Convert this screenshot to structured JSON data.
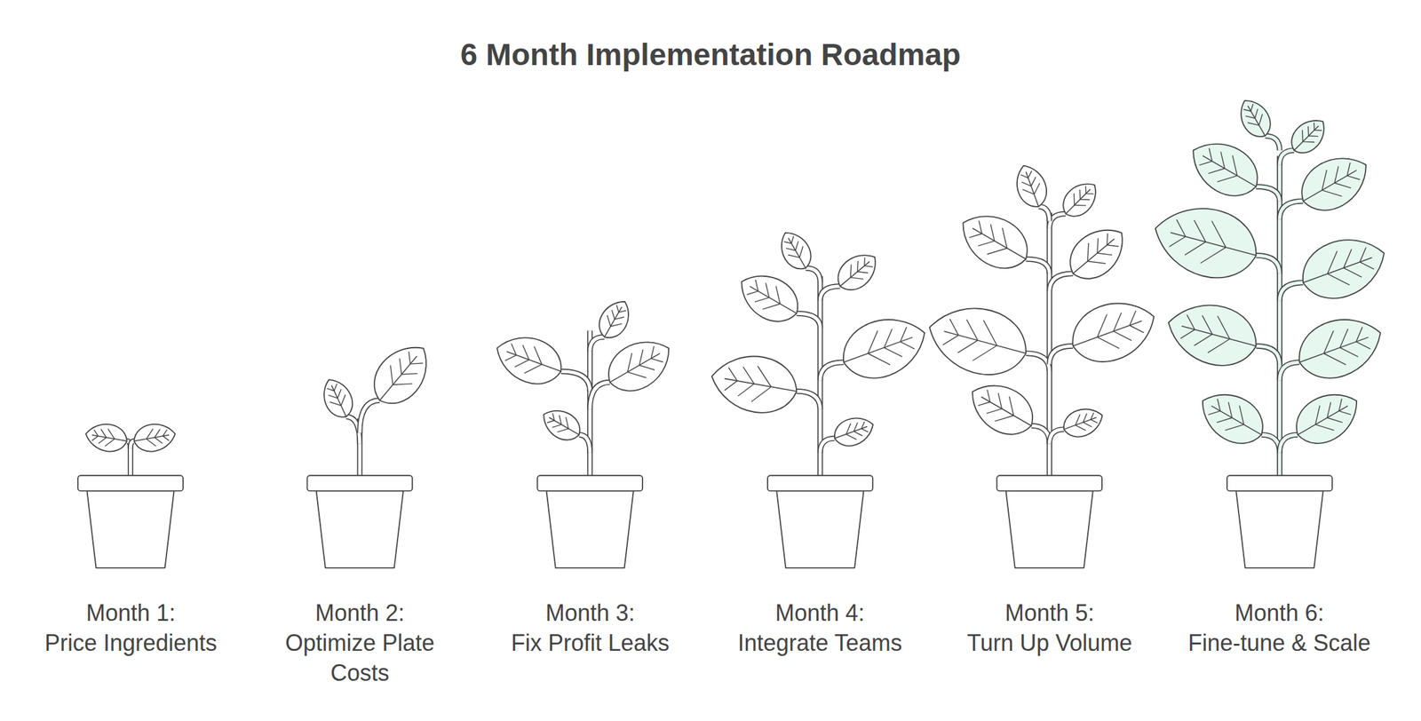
{
  "diagram": {
    "title": "6 Month Implementation Roadmap",
    "labels": [
      "Month 1:",
      "Price Ingredients",
      "Month 2:",
      "Optimize Plate Costs",
      "Month 3:",
      "Fix Profit Leaks",
      "Month 4:",
      "Integrate Teams",
      "Month 5:",
      "Turn Up Volume",
      "Month 6:",
      "Fine-tune & Scale"
    ]
  }
}
